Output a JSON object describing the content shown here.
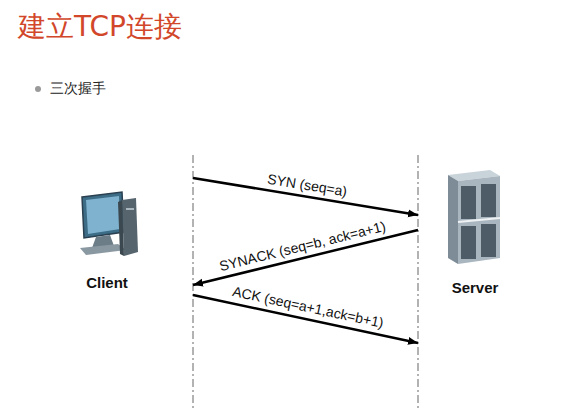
{
  "diagram": {
    "title": "建立TCP连接",
    "nodes": [
      {
        "text": [
          "Client"
        ]
      },
      {
        "text": [
          "Server"
        ]
      }
    ],
    "edges": [
      {
        "from": 0,
        "to": 1,
        "arrow": "to",
        "label": "SYN (seq=a)"
      },
      {
        "from": 1,
        "to": 0,
        "arrow": "to",
        "label": "SYNACK (seq=b, ack=a+1)"
      },
      {
        "from": 0,
        "to": 1,
        "arrow": "to",
        "label": "ACK (seq=a+1,ack=b+1)"
      }
    ],
    "labels": [
      "三次握手"
    ]
  }
}
